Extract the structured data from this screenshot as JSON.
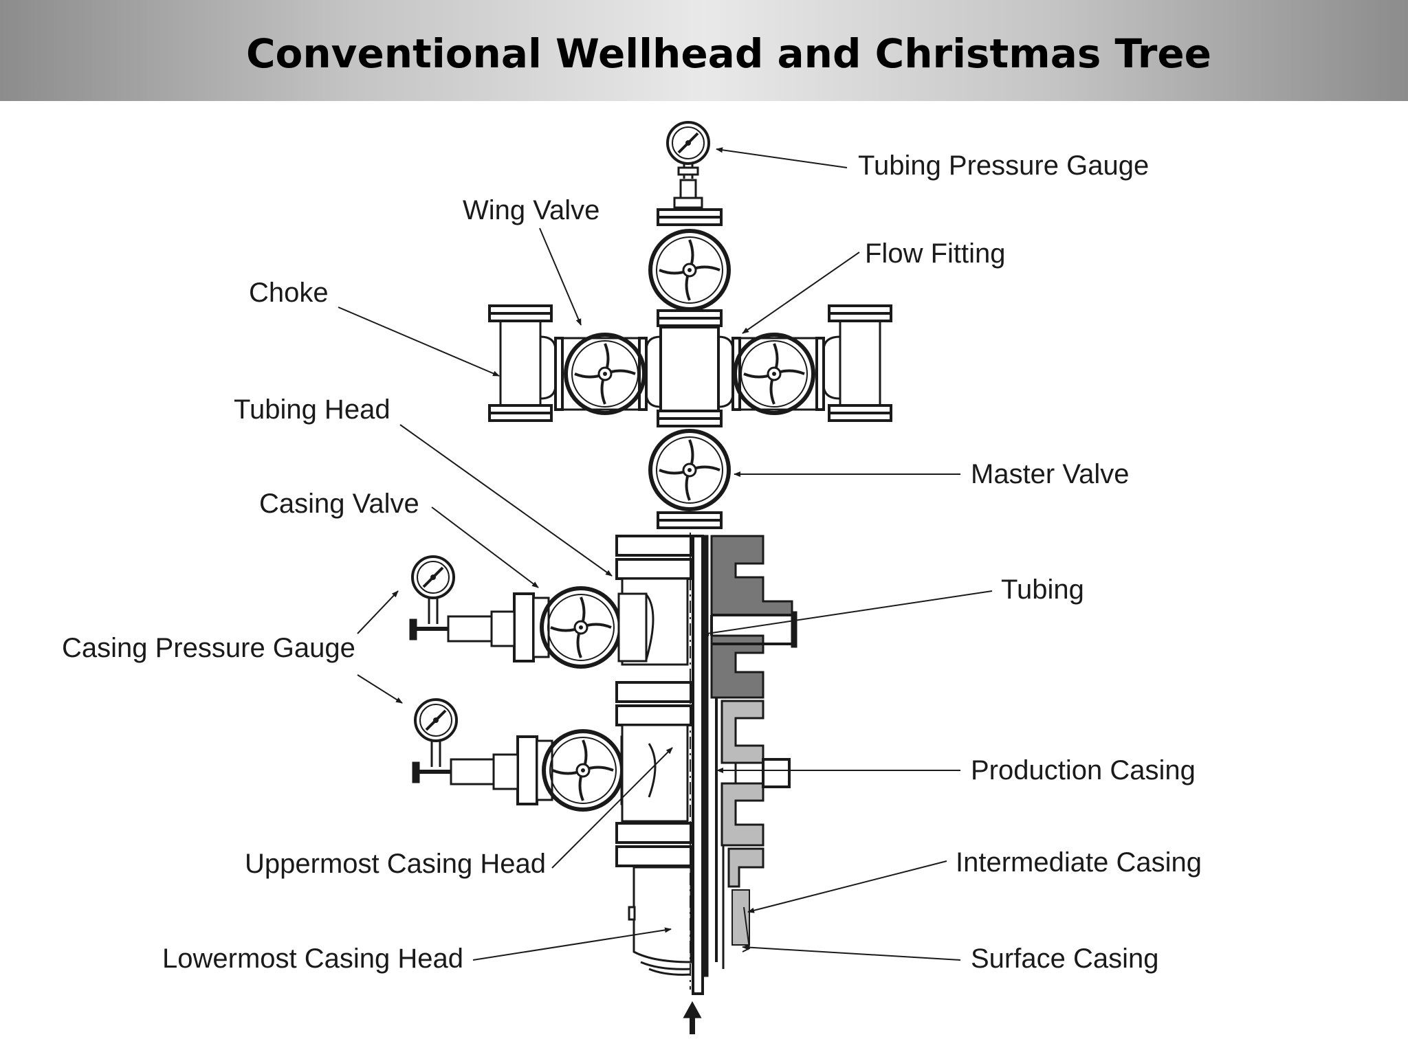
{
  "slide": {
    "title": "Conventional Wellhead and Christmas Tree"
  },
  "labels": {
    "tubing_pressure_gauge": "Tubing Pressure Gauge",
    "wing_valve": "Wing Valve",
    "flow_fitting": "Flow Fitting",
    "choke": "Choke",
    "tubing_head": "Tubing Head",
    "master_valve": "Master Valve",
    "casing_valve": "Casing Valve",
    "tubing": "Tubing",
    "casing_pressure_gauge": "Casing Pressure Gauge",
    "production_casing": "Production Casing",
    "uppermost_casing_head": "Uppermost Casing Head",
    "intermediate_casing": "Intermediate Casing",
    "lowermost_casing_head": "Lowermost Casing Head",
    "surface_casing": "Surface Casing"
  },
  "colors": {
    "line": "#1a1a1a",
    "fill_dark": "#555555",
    "fill_mid": "#777777",
    "fill_light": "#bbbbbb"
  },
  "icons": [
    "pressure-gauge-icon",
    "gate-valve-icon",
    "flow-up-arrow-icon"
  ]
}
